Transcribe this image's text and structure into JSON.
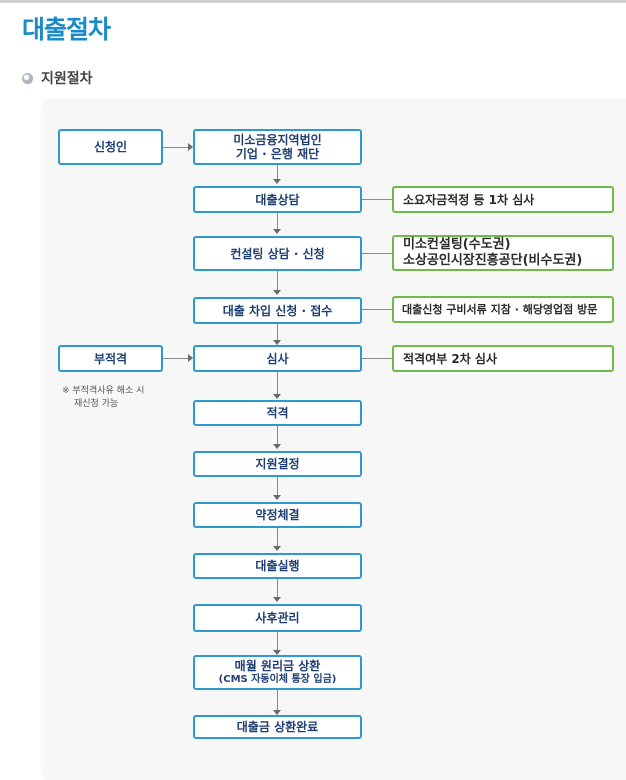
{
  "page_title": "대출절차",
  "section_title": "지원절차",
  "applicant": "신청인",
  "ineligible": "부적격",
  "ineligible_note": {
    "line1": "※ 부적격사유 해소 시",
    "line2": "재신청 가능"
  },
  "steps": {
    "s1": {
      "line1": "미소금융지역법인",
      "line2": "기업 · 은행 재단"
    },
    "s2": "대출상담",
    "s3": "컨설팅 상담 · 신청",
    "s4": "대출 차입 신청 · 접수",
    "s5": "심사",
    "s6": "적격",
    "s7": "지원결정",
    "s8": "약정체결",
    "s9": "대출실행",
    "s10": "사후관리",
    "s11": {
      "line1": "매월 원리금 상환",
      "line2": "(CMS 자동이체 통장 입금)"
    },
    "s12": "대출금 상환완료"
  },
  "notes": {
    "n2": "소요자금적정 등 1차 심사",
    "n3": {
      "line1": "미소컨설팅(수도권)",
      "line2": "소상공인시장진흥공단(비수도권)"
    },
    "n4": "대출신청 구비서류 지참 · 해당영업점 방문",
    "n5": "적격여부 2차 심사"
  },
  "colors": {
    "title": "#1a8bc8",
    "box_border": "#2e9acb",
    "note_border": "#6fba4a",
    "box_text": "#1f3f74"
  }
}
